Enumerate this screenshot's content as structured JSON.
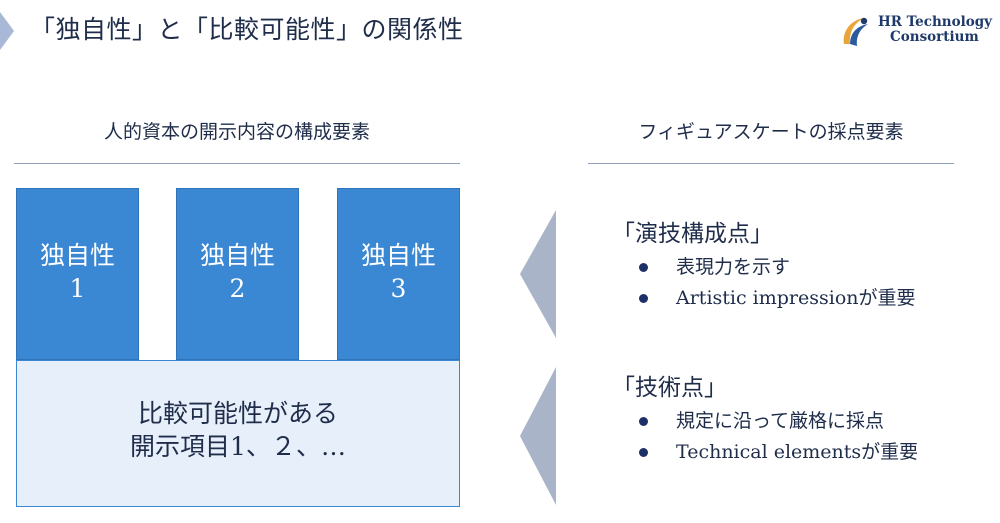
{
  "header": {
    "title": "「独自性」と「比較可能性」の関係性",
    "logo": {
      "line1": "HR Technology",
      "line2": "Consortium"
    }
  },
  "left": {
    "heading": "人的資本の開示内容の構成要素",
    "unique_boxes": [
      {
        "line1": "独自性",
        "line2": "1"
      },
      {
        "line1": "独自性",
        "line2": "2"
      },
      {
        "line1": "独自性",
        "line2": "3"
      }
    ],
    "comparable": {
      "line1": "比較可能性がある",
      "line2": "開示項目1、２、…"
    }
  },
  "right": {
    "heading": "フィギュアスケートの採点要素",
    "groups": [
      {
        "title": "「演技構成点」",
        "items": [
          "表現力を示す",
          "Artistic impressionが重要"
        ]
      },
      {
        "title": "「技術点」",
        "items": [
          "規定に沿って厳格に採点",
          "Technical elementsが重要"
        ]
      }
    ]
  },
  "colors": {
    "accent_blue": "#3a87d4",
    "light_blue": "#e7f0fa",
    "chevron_gray": "#a9b4c8",
    "text_navy": "#1f2d4a"
  }
}
